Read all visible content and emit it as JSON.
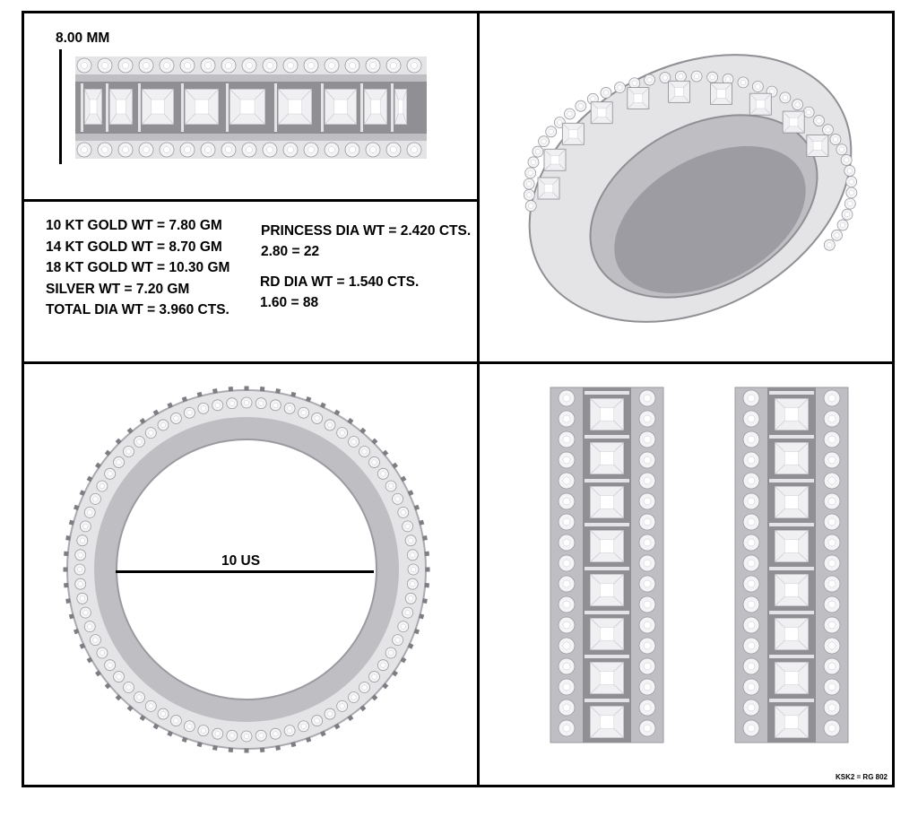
{
  "dimension_label": "8.00 MM",
  "size_label": "10 US",
  "specs": {
    "metals": [
      "10 KT GOLD WT = 7.80 GM",
      "14 KT GOLD WT = 8.70 GM",
      "18 KT GOLD WT = 10.30 GM",
      "SILVER WT = 7.20 GM",
      "TOTAL DIA WT = 3.960 CTS."
    ],
    "princess": {
      "weight": "PRINCESS DIA WT = 2.420 CTS.",
      "count": "2.80 = 22"
    },
    "round": {
      "weight": "RD DIA WT = 1.540 CTS.",
      "count": "1.60 = 88"
    }
  },
  "model_code": "KSK2 = RG 802",
  "colors": {
    "metal_light": "#e4e4e6",
    "metal_mid": "#bfbfc3",
    "metal_dark": "#8f8f94",
    "border": "#000000"
  }
}
